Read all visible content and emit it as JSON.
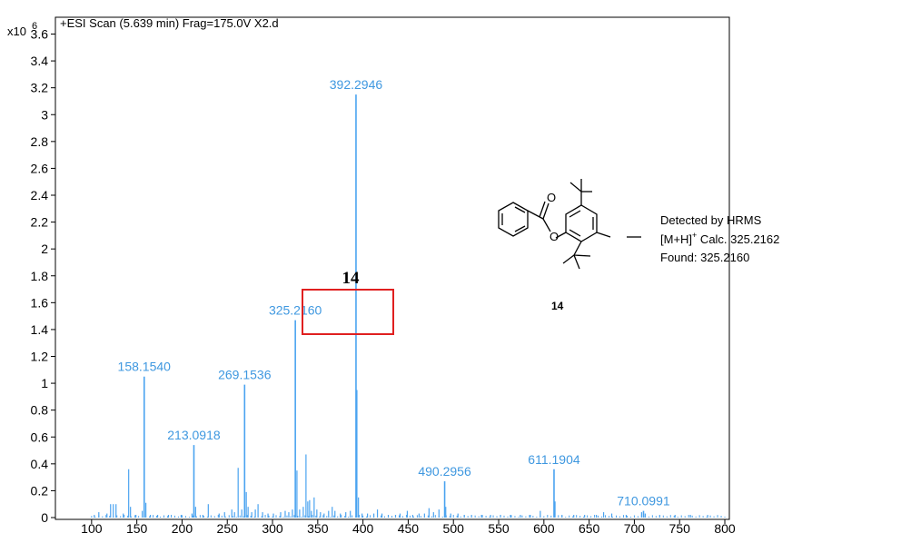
{
  "chart_data": {
    "type": "bar",
    "title": "+ESI Scan (5.639 min) Frag=175.0V X2.d",
    "y_multiplier": {
      "base": "x10",
      "exponent": "6"
    },
    "xlim": [
      60,
      805
    ],
    "ylim": [
      0,
      3.6
    ],
    "x_ticks": [
      100,
      150,
      200,
      250,
      300,
      350,
      400,
      450,
      500,
      550,
      600,
      650,
      700,
      750,
      800
    ],
    "y_ticks": [
      0,
      0.2,
      0.4,
      0.6,
      0.8,
      1,
      1.2,
      1.4,
      1.6,
      1.8,
      2,
      2.2,
      2.4,
      2.6,
      2.8,
      3,
      3.2,
      3.4,
      3.6
    ],
    "y_tick_labels": [
      "0",
      "0.2",
      "0.4",
      "0.6",
      "0.8",
      "1",
      "1.2",
      "1.4",
      "1.6",
      "1.8",
      "2",
      "2.2",
      "2.4",
      "2.6",
      "2.8",
      "3",
      "3.2",
      "3.4",
      "3.6"
    ],
    "peak_color": "#4aa3f0",
    "label_color": "#3f98e0",
    "labeled_peaks": [
      {
        "mz": 158.154,
        "intensity": 1.05,
        "label": "158.1540"
      },
      {
        "mz": 213.0918,
        "intensity": 0.54,
        "label": "213.0918"
      },
      {
        "mz": 269.1536,
        "intensity": 0.99,
        "label": "269.1536"
      },
      {
        "mz": 325.216,
        "intensity": 1.47,
        "label": "325.2160"
      },
      {
        "mz": 392.2946,
        "intensity": 3.15,
        "label": "392.2946"
      },
      {
        "mz": 490.2956,
        "intensity": 0.27,
        "label": "490.2956"
      },
      {
        "mz": 611.1904,
        "intensity": 0.36,
        "label": "611.1904"
      },
      {
        "mz": 710.0991,
        "intensity": 0.05,
        "label": "710.0991"
      }
    ],
    "minor_peaks": [
      {
        "mz": 103,
        "intensity": 0.02
      },
      {
        "mz": 108,
        "intensity": 0.04
      },
      {
        "mz": 117,
        "intensity": 0.03
      },
      {
        "mz": 121,
        "intensity": 0.1
      },
      {
        "mz": 124,
        "intensity": 0.1
      },
      {
        "mz": 127,
        "intensity": 0.1
      },
      {
        "mz": 135,
        "intensity": 0.03
      },
      {
        "mz": 141,
        "intensity": 0.36
      },
      {
        "mz": 143,
        "intensity": 0.08
      },
      {
        "mz": 149,
        "intensity": 0.02
      },
      {
        "mz": 156,
        "intensity": 0.05
      },
      {
        "mz": 160,
        "intensity": 0.11
      },
      {
        "mz": 165,
        "intensity": 0.02
      },
      {
        "mz": 173,
        "intensity": 0.02
      },
      {
        "mz": 185,
        "intensity": 0.02
      },
      {
        "mz": 199,
        "intensity": 0.02
      },
      {
        "mz": 211,
        "intensity": 0.03
      },
      {
        "mz": 215,
        "intensity": 0.08
      },
      {
        "mz": 223,
        "intensity": 0.02
      },
      {
        "mz": 229,
        "intensity": 0.1
      },
      {
        "mz": 241,
        "intensity": 0.03
      },
      {
        "mz": 247,
        "intensity": 0.04
      },
      {
        "mz": 255,
        "intensity": 0.06
      },
      {
        "mz": 258,
        "intensity": 0.04
      },
      {
        "mz": 262,
        "intensity": 0.37
      },
      {
        "mz": 266,
        "intensity": 0.06
      },
      {
        "mz": 271,
        "intensity": 0.19
      },
      {
        "mz": 273,
        "intensity": 0.08
      },
      {
        "mz": 277,
        "intensity": 0.04
      },
      {
        "mz": 281,
        "intensity": 0.06
      },
      {
        "mz": 284,
        "intensity": 0.1
      },
      {
        "mz": 289,
        "intensity": 0.04
      },
      {
        "mz": 295,
        "intensity": 0.03
      },
      {
        "mz": 301,
        "intensity": 0.03
      },
      {
        "mz": 309,
        "intensity": 0.04
      },
      {
        "mz": 314,
        "intensity": 0.05
      },
      {
        "mz": 318,
        "intensity": 0.04
      },
      {
        "mz": 322,
        "intensity": 0.06
      },
      {
        "mz": 327,
        "intensity": 0.35
      },
      {
        "mz": 330,
        "intensity": 0.06
      },
      {
        "mz": 334,
        "intensity": 0.08
      },
      {
        "mz": 337,
        "intensity": 0.47
      },
      {
        "mz": 339,
        "intensity": 0.12
      },
      {
        "mz": 341,
        "intensity": 0.13
      },
      {
        "mz": 343,
        "intensity": 0.05
      },
      {
        "mz": 346,
        "intensity": 0.15
      },
      {
        "mz": 349,
        "intensity": 0.06
      },
      {
        "mz": 353,
        "intensity": 0.04
      },
      {
        "mz": 357,
        "intensity": 0.03
      },
      {
        "mz": 362,
        "intensity": 0.05
      },
      {
        "mz": 366,
        "intensity": 0.08
      },
      {
        "mz": 369,
        "intensity": 0.05
      },
      {
        "mz": 375,
        "intensity": 0.03
      },
      {
        "mz": 381,
        "intensity": 0.04
      },
      {
        "mz": 386,
        "intensity": 0.05
      },
      {
        "mz": 393.3,
        "intensity": 0.95
      },
      {
        "mz": 395,
        "intensity": 0.15
      },
      {
        "mz": 399,
        "intensity": 0.03
      },
      {
        "mz": 405,
        "intensity": 0.03
      },
      {
        "mz": 412,
        "intensity": 0.03
      },
      {
        "mz": 416,
        "intensity": 0.06
      },
      {
        "mz": 421,
        "intensity": 0.03
      },
      {
        "mz": 428,
        "intensity": 0.02
      },
      {
        "mz": 436,
        "intensity": 0.02
      },
      {
        "mz": 441,
        "intensity": 0.03
      },
      {
        "mz": 449,
        "intensity": 0.05
      },
      {
        "mz": 455,
        "intensity": 0.02
      },
      {
        "mz": 462,
        "intensity": 0.03
      },
      {
        "mz": 468,
        "intensity": 0.03
      },
      {
        "mz": 473,
        "intensity": 0.07
      },
      {
        "mz": 478,
        "intensity": 0.04
      },
      {
        "mz": 484,
        "intensity": 0.06
      },
      {
        "mz": 491.5,
        "intensity": 0.08
      },
      {
        "mz": 497,
        "intensity": 0.03
      },
      {
        "mz": 505,
        "intensity": 0.03
      },
      {
        "mz": 512,
        "intensity": 0.02
      },
      {
        "mz": 520,
        "intensity": 0.02
      },
      {
        "mz": 531,
        "intensity": 0.02
      },
      {
        "mz": 541,
        "intensity": 0.02
      },
      {
        "mz": 552,
        "intensity": 0.02
      },
      {
        "mz": 563,
        "intensity": 0.02
      },
      {
        "mz": 574,
        "intensity": 0.02
      },
      {
        "mz": 585,
        "intensity": 0.02
      },
      {
        "mz": 596,
        "intensity": 0.05
      },
      {
        "mz": 612.3,
        "intensity": 0.12
      },
      {
        "mz": 620,
        "intensity": 0.02
      },
      {
        "mz": 633,
        "intensity": 0.02
      },
      {
        "mz": 645,
        "intensity": 0.02
      },
      {
        "mz": 658,
        "intensity": 0.02
      },
      {
        "mz": 666,
        "intensity": 0.04
      },
      {
        "mz": 675,
        "intensity": 0.03
      },
      {
        "mz": 691,
        "intensity": 0.02
      },
      {
        "mz": 708,
        "intensity": 0.04
      },
      {
        "mz": 712,
        "intensity": 0.03
      },
      {
        "mz": 728,
        "intensity": 0.02
      },
      {
        "mz": 745,
        "intensity": 0.02
      },
      {
        "mz": 762,
        "intensity": 0.02
      },
      {
        "mz": 781,
        "intensity": 0.02
      }
    ],
    "highlight": {
      "mz": 325.216,
      "label": "14",
      "box_color": "#e02020"
    },
    "annotation": {
      "compound_label": "14",
      "line1": "Detected by HRMS",
      "line2_prefix": "[M+H]",
      "line2_sup": "+",
      "line2_suffix": " Calc. 325.2162",
      "line3": "Found: 325.2160"
    }
  }
}
